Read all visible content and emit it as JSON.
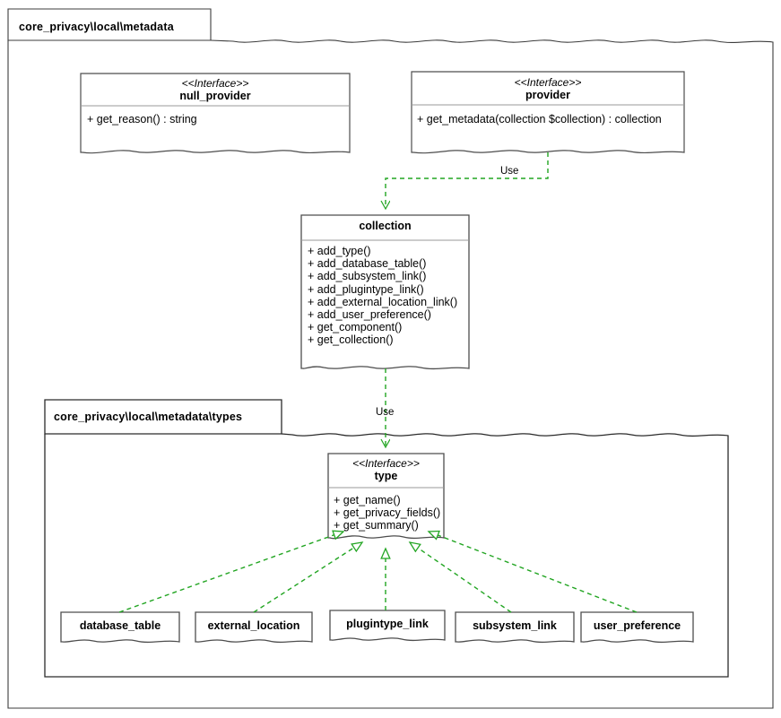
{
  "diagram": {
    "kind": "uml-class-diagram",
    "stereotype_interface": "<<Interface>>",
    "colors": {
      "stroke": "#4d4d4d",
      "text": "#000000",
      "relation": "#22a522",
      "background": "#ffffff"
    }
  },
  "packages": [
    {
      "id": "pkg-core-privacy-local-metadata",
      "label": "core_privacy\\local\\metadata"
    },
    {
      "id": "pkg-core-privacy-local-metadata-types",
      "label": "core_privacy\\local\\metadata\\types"
    }
  ],
  "classes": [
    {
      "id": "null_provider",
      "stereotype": "<<Interface>>",
      "name": "null_provider",
      "members": [
        "+ get_reason() : string"
      ]
    },
    {
      "id": "provider",
      "stereotype": "<<Interface>>",
      "name": "provider",
      "members": [
        "+ get_metadata(collection $collection) : collection"
      ]
    },
    {
      "id": "collection",
      "stereotype": "",
      "name": "collection",
      "members": [
        "+ add_type()",
        "+ add_database_table()",
        "+ add_subsystem_link()",
        "+ add_plugintype_link()",
        "+ add_external_location_link()",
        "+ add_user_preference()",
        "+ get_component()",
        "+ get_collection()"
      ]
    },
    {
      "id": "type",
      "stereotype": "<<Interface>>",
      "name": "type",
      "members": [
        "+ get_name()",
        "+ get_privacy_fields()",
        "+ get_summary()"
      ]
    },
    {
      "id": "database_table",
      "stereotype": "",
      "name": "database_table",
      "members": []
    },
    {
      "id": "external_location",
      "stereotype": "",
      "name": "external_location",
      "members": []
    },
    {
      "id": "plugintype_link",
      "stereotype": "",
      "name": "plugintype_link",
      "members": []
    },
    {
      "id": "subsystem_link",
      "stereotype": "",
      "name": "subsystem_link",
      "members": []
    },
    {
      "id": "user_preference",
      "stereotype": "",
      "name": "user_preference",
      "members": []
    }
  ],
  "relations": [
    {
      "id": "rel-provider-collection",
      "from": "provider",
      "to": "collection",
      "type": "dependency",
      "label": "Use"
    },
    {
      "id": "rel-collection-type",
      "from": "collection",
      "to": "type",
      "type": "dependency",
      "label": "Use"
    },
    {
      "id": "rel-database-table-type",
      "from": "database_table",
      "to": "type",
      "type": "realization",
      "label": ""
    },
    {
      "id": "rel-external-location-type",
      "from": "external_location",
      "to": "type",
      "type": "realization",
      "label": ""
    },
    {
      "id": "rel-plugintype-link-type",
      "from": "plugintype_link",
      "to": "type",
      "type": "realization",
      "label": ""
    },
    {
      "id": "rel-subsystem-link-type",
      "from": "subsystem_link",
      "to": "type",
      "type": "realization",
      "label": ""
    },
    {
      "id": "rel-user-preference-type",
      "from": "user_preference",
      "to": "type",
      "type": "realization",
      "label": ""
    }
  ]
}
